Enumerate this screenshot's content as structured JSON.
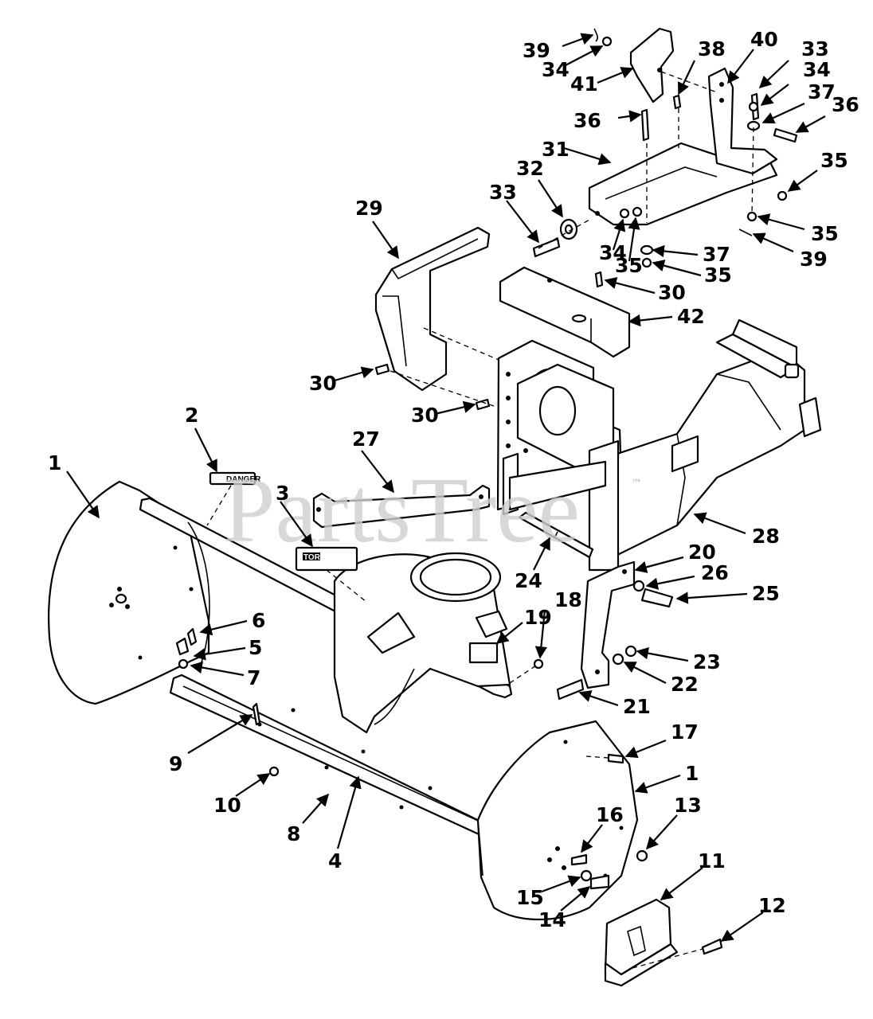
{
  "watermark": {
    "text": "PartsTree",
    "mark": "™"
  },
  "decals": {
    "danger": "DANGER",
    "toro": "TORO"
  },
  "callouts": [
    {
      "id": "c1a",
      "label": "1"
    },
    {
      "id": "c1b",
      "label": "1"
    },
    {
      "id": "c2",
      "label": "2"
    },
    {
      "id": "c3",
      "label": "3"
    },
    {
      "id": "c4",
      "label": "4"
    },
    {
      "id": "c5",
      "label": "5"
    },
    {
      "id": "c6",
      "label": "6"
    },
    {
      "id": "c7",
      "label": "7"
    },
    {
      "id": "c8",
      "label": "8"
    },
    {
      "id": "c9",
      "label": "9"
    },
    {
      "id": "c10",
      "label": "10"
    },
    {
      "id": "c11",
      "label": "11"
    },
    {
      "id": "c12",
      "label": "12"
    },
    {
      "id": "c13",
      "label": "13"
    },
    {
      "id": "c14",
      "label": "14"
    },
    {
      "id": "c15",
      "label": "15"
    },
    {
      "id": "c16",
      "label": "16"
    },
    {
      "id": "c17",
      "label": "17"
    },
    {
      "id": "c18",
      "label": "18"
    },
    {
      "id": "c19",
      "label": "19"
    },
    {
      "id": "c20",
      "label": "20"
    },
    {
      "id": "c21",
      "label": "21"
    },
    {
      "id": "c22",
      "label": "22"
    },
    {
      "id": "c23",
      "label": "23"
    },
    {
      "id": "c24",
      "label": "24"
    },
    {
      "id": "c25",
      "label": "25"
    },
    {
      "id": "c26",
      "label": "26"
    },
    {
      "id": "c27",
      "label": "27"
    },
    {
      "id": "c28",
      "label": "28"
    },
    {
      "id": "c29",
      "label": "29"
    },
    {
      "id": "c30a",
      "label": "30"
    },
    {
      "id": "c30b",
      "label": "30"
    },
    {
      "id": "c30c",
      "label": "30"
    },
    {
      "id": "c31",
      "label": "31"
    },
    {
      "id": "c32",
      "label": "32"
    },
    {
      "id": "c33a",
      "label": "33"
    },
    {
      "id": "c33b",
      "label": "33"
    },
    {
      "id": "c34a",
      "label": "34"
    },
    {
      "id": "c34b",
      "label": "34"
    },
    {
      "id": "c34c",
      "label": "34"
    },
    {
      "id": "c35a",
      "label": "35"
    },
    {
      "id": "c35b",
      "label": "35"
    },
    {
      "id": "c35c",
      "label": "35"
    },
    {
      "id": "c35d",
      "label": "35"
    },
    {
      "id": "c36a",
      "label": "36"
    },
    {
      "id": "c36b",
      "label": "36"
    },
    {
      "id": "c37a",
      "label": "37"
    },
    {
      "id": "c37b",
      "label": "37"
    },
    {
      "id": "c38",
      "label": "38"
    },
    {
      "id": "c39a",
      "label": "39"
    },
    {
      "id": "c39b",
      "label": "39"
    },
    {
      "id": "c40",
      "label": "40"
    },
    {
      "id": "c41",
      "label": "41"
    },
    {
      "id": "c42",
      "label": "42"
    }
  ]
}
